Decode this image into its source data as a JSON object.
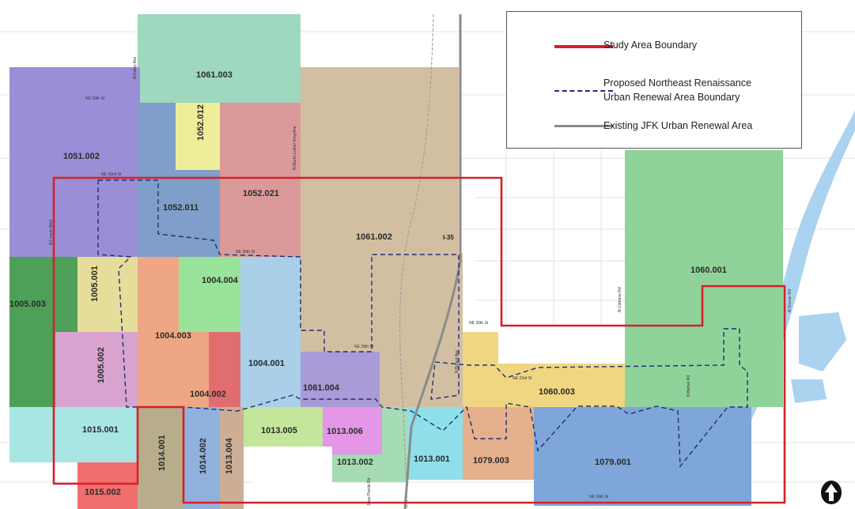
{
  "legend": {
    "items": [
      {
        "label": "Study Area Boundary",
        "color": "#d6202a",
        "style": "solid"
      },
      {
        "label": "Proposed Northeast Renaissance\nUrban Renewal Area Boundary",
        "color": "#1f2d7a",
        "style": "dashed"
      },
      {
        "label": "Existing JFK Urban Renewal Area",
        "color": "#8a8a8a",
        "style": "solid"
      }
    ]
  },
  "tracts": [
    {
      "id": "1061.003",
      "color": "#9ed8bf"
    },
    {
      "id": "1051.002",
      "color": "#9a8fd6"
    },
    {
      "id": "1052.012",
      "color": "#eeee9a"
    },
    {
      "id": "1052.011",
      "color": "#7f9ec9"
    },
    {
      "id": "1052.021",
      "color": "#db9a9a"
    },
    {
      "id": "1061.002",
      "color": "#d2bfa2"
    },
    {
      "id": "1005.003",
      "color": "#4e9f57"
    },
    {
      "id": "1005.001",
      "color": "#e6dd9b"
    },
    {
      "id": "1005.002",
      "color": "#d9a4d0"
    },
    {
      "id": "1004.004",
      "color": "#9ae39a"
    },
    {
      "id": "1004.003",
      "color": "#efa684"
    },
    {
      "id": "1004.002",
      "color": "#e06e6e"
    },
    {
      "id": "1004.001",
      "color": "#a9cfe9"
    },
    {
      "id": "1061.004",
      "color": "#a99ad8"
    },
    {
      "id": "1060.001",
      "color": "#8fd39a"
    },
    {
      "id": "1060.003",
      "color": "#f0d681"
    },
    {
      "id": "1015.001",
      "color": "#a8e6e4"
    },
    {
      "id": "1014.001",
      "color": "#b7ad8a"
    },
    {
      "id": "1014.002",
      "color": "#91b1dd"
    },
    {
      "id": "1013.004",
      "color": "#ccae96"
    },
    {
      "id": "1013.005",
      "color": "#c3e69a"
    },
    {
      "id": "1013.006",
      "color": "#e397e6"
    },
    {
      "id": "1013.002",
      "color": "#a6dcb3"
    },
    {
      "id": "1013.001",
      "color": "#8edfea"
    },
    {
      "id": "1079.003",
      "color": "#e6b08c"
    },
    {
      "id": "1079.001",
      "color": "#7ea6d8"
    },
    {
      "id": "1015.002",
      "color": "#f26d6d"
    }
  ],
  "streets": {
    "ne_50th": "NE 50th St",
    "n_kelley": "N Kelley Ave",
    "ne_42nd": "NE 42nd St",
    "n_lincoln": "N Lincoln Blvd",
    "n_mlk": "N Martin Luther King Ave",
    "ne_36th": "NE 36th St",
    "ne_30th": "NE 30th St",
    "ne_28th": "NE 28th St",
    "ne_23rd": "NE 23rd St",
    "ne_16th": "NE 16th St",
    "n_bryant": "N Bryant Ave",
    "n_coltrane": "N Coltrane Rd",
    "n_sooner": "N Sooner Rd",
    "n_bethel": "N Bethel Rd",
    "i35": "I-35",
    "ne_pointe": "Jawp Poeda Rd"
  },
  "colors": {
    "study_boundary": "#d6202a",
    "renewal_boundary": "#1f2d7a",
    "jfk": "#8a8a8a",
    "river": "#a9d3ef"
  },
  "north_arrow": "north-arrow-icon"
}
